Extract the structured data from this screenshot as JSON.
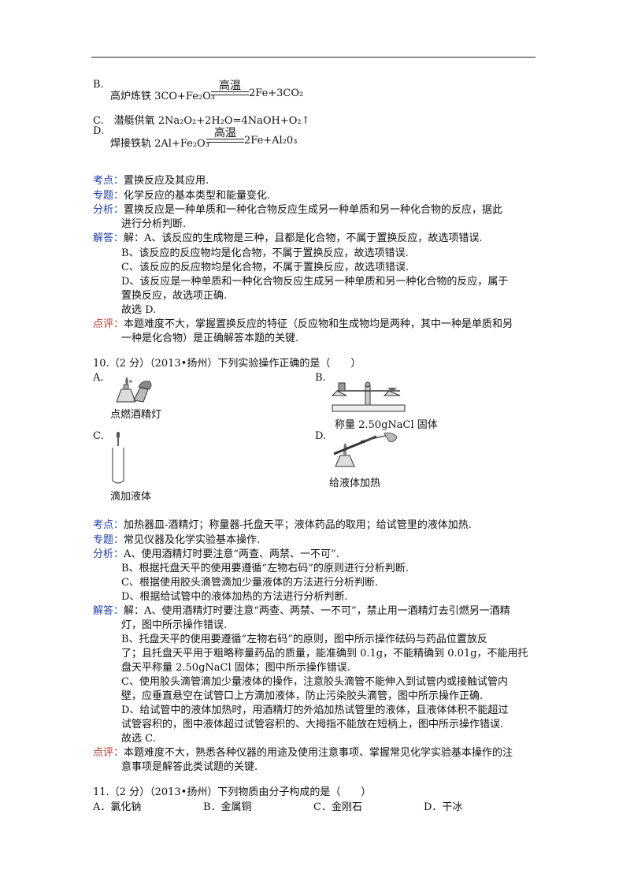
{
  "q9": {
    "optB_letter": "B.",
    "optB_text": "高炉炼铁 3CO+Fe₂O₃",
    "optB_cond": "高温",
    "optB_tail": "2Fe+3CO₂",
    "optC": "C.　潜艇供氧 2Na₂O₂+2H₂O=4NaOH+O₂↑",
    "optD_letter": "D.",
    "optD_text": "焊接铁轨 2Al+Fe₂O₃",
    "optD_cond": "高温",
    "optD_tail": "2Fe+Al₂0₃",
    "kaodian_label": "考点：",
    "kaodian": "置换反应及其应用.",
    "zhuanti_label": "专题：",
    "zhuanti": "化学反应的基本类型和能量变化.",
    "fenxi_label": "分析：",
    "fenxi_1": "置换反应是一种单质和一种化合物反应生成另一种单质和另一种化合物的反应，据此",
    "fenxi_2": "进行分析判断.",
    "jieda_label": "解答：",
    "jieda_1": "解：A、该反应的生成物是三种，且都是化合物，不属于置换反应，故选项错误.",
    "jieda_2": "B、该反应的反应物均是化合物，不属于置换反应，故选项错误.",
    "jieda_3": "C、该反应的反应物均是化合物，不属于置换反应，故选项错误.",
    "jieda_4": "D、该反应是一种单质和一种化合物反应生成另一种单质和另一种化合物的反应，属于",
    "jieda_5": "置换反应，故选项正确.",
    "jieda_6": "故选 D.",
    "dianping_label": "点评：",
    "dianping_1": "本题难度不大，掌握置换反应的特征（反应物和生成物均是两种，其中一种是单质和另",
    "dianping_2": "一种是化合物）是正确解答本题的关键."
  },
  "q10": {
    "stem": "10.（2 分）（2013•扬州）下列实验操作正确的是（　　）",
    "a_letter": "A.",
    "a_caption": "点燃酒精灯",
    "b_letter": "B.",
    "b_caption": "称量 2.50gNaCl 固体",
    "c_letter": "C.",
    "c_caption": "滴加液体",
    "d_letter": "D.",
    "d_caption": "给液体加热",
    "kaodian_label": "考点：",
    "kaodian": "加热器皿-酒精灯；称量器-托盘天平；液体药品的取用；给试管里的液体加热.",
    "zhuanti_label": "专题：",
    "zhuanti": "常见仪器及化学实验基本操作.",
    "fenxi_label": "分析：",
    "fenxi_1": "A、使用酒精灯时要注意“两查、两禁、一不可”.",
    "fenxi_2": "B、根据托盘天平的使用要遵循“左物右码”的原则进行分析判断.",
    "fenxi_3": "C、根据使用胶头滴管滴加少量液体的方法进行分析判断.",
    "fenxi_4": "D、根据给试管中的液体加热的方法进行分析判断.",
    "jieda_label": "解答：",
    "jieda_1": "解：A、使用酒精灯时要注意“两查、两禁、一不可”，禁止用一酒精灯去引燃另一酒精",
    "jieda_2": "灯，图中所示操作错误.",
    "jieda_3": "B、托盘天平的使用要遵循“左物右码”的原则，图中所示操作砝码与药品位置放反",
    "jieda_4": "了；且托盘天平用于粗略称量药品的质量，能准确到 0.1g，不能精确到 0.01g，不能用托",
    "jieda_5": "盘天平称量 2.50gNaCl 固体；图中所示操作错误.",
    "jieda_6": "C、使用胶头滴管滴加少量液体的操作，注意胶头滴管不能伸入到试管内或接触试管内",
    "jieda_7": "壁，应垂直悬空在试管口上方滴加液体，防止污染胶头滴管，图中所示操作正确.",
    "jieda_8": "D、给试管中的液体加热时，用酒精灯的外焰加热试管里的液体，且液体体积不能超过",
    "jieda_9": "试管容积的，图中液体超过试管容积的、大拇指不能放在短柄上，图中所示操作错误.",
    "jieda_10": "故选 C.",
    "dianping_label": "点评：",
    "dianping_1": "本题难度不大，熟悉各种仪器的用途及使用注意事项、掌握常见化学实验基本操作的注",
    "dianping_2": "意事项是解答此类试题的关键."
  },
  "q11": {
    "stem": "11.（2 分）（2013•扬州）下列物质由分子构成的是（　　）",
    "a": "A．氯化钠",
    "b": "B．金属铜",
    "c": "C．金刚石",
    "d": "D．干冰"
  },
  "colors": {
    "label_blue": "#1f3fae",
    "label_red": "#b3352a"
  }
}
